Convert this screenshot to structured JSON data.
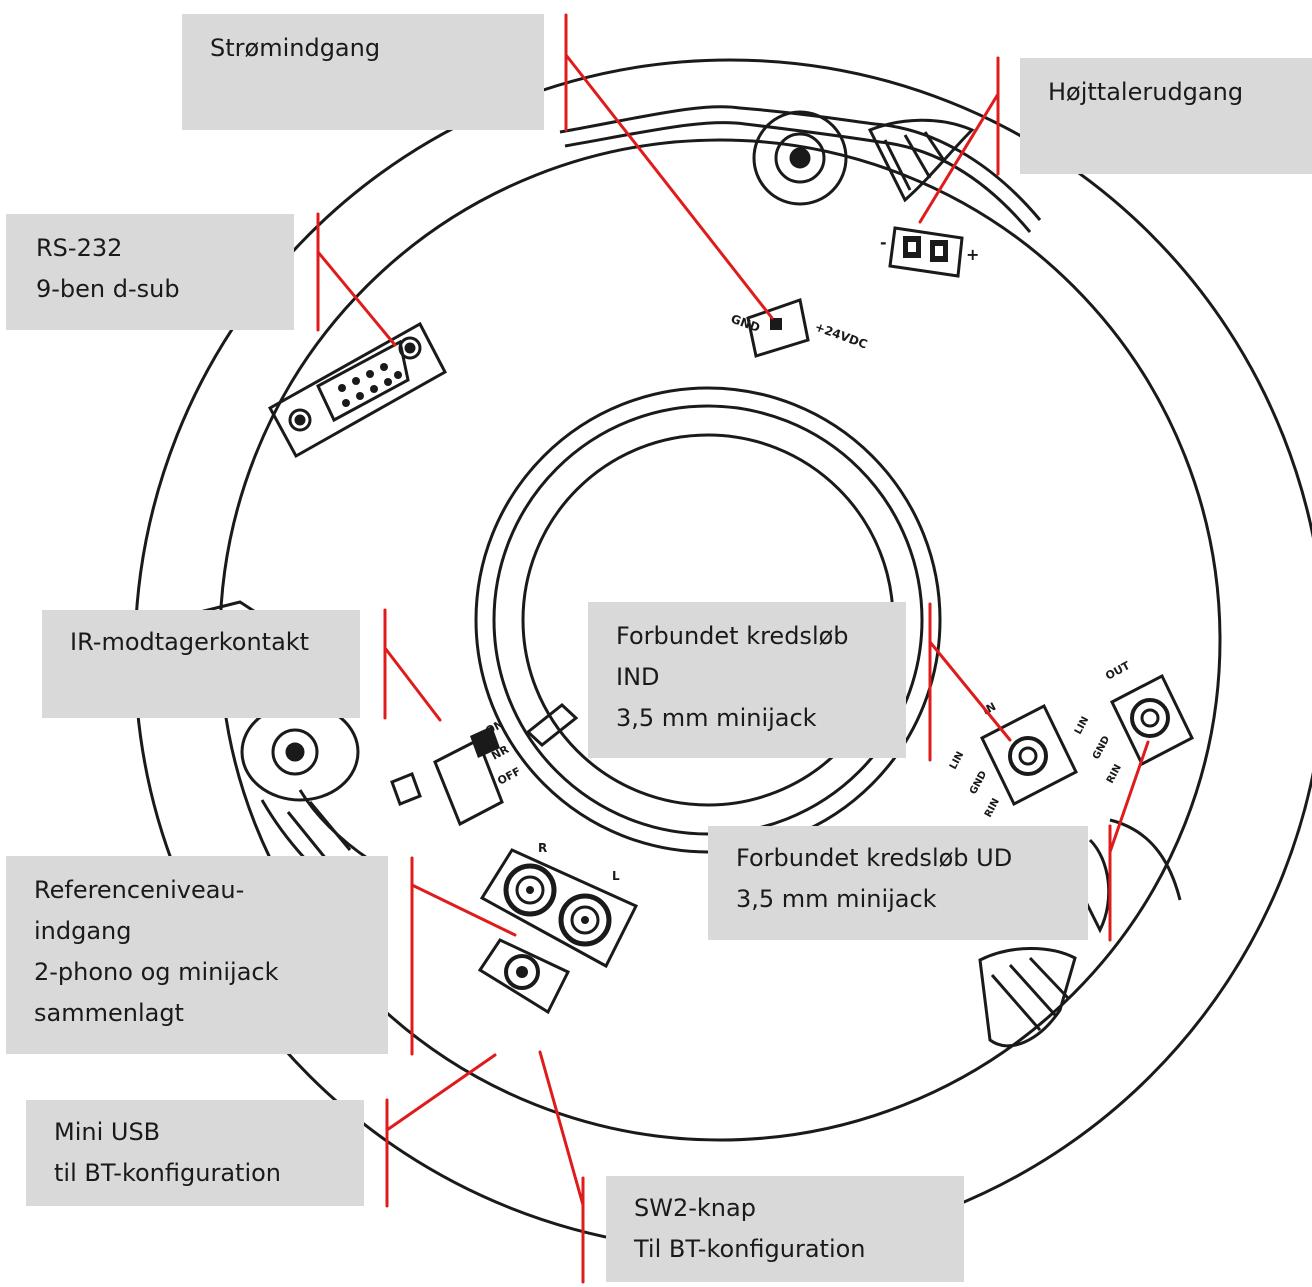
{
  "labels": {
    "power_input": [
      "Strømindgang"
    ],
    "speaker_output": [
      "Højttalerudgang"
    ],
    "rs232": [
      "RS-232",
      "9-ben d-sub"
    ],
    "ir_receiver": [
      "IR-modtagerkontakt"
    ],
    "linked_in": [
      "Forbundet kredsløb",
      "IND",
      "3,5 mm minijack"
    ],
    "linked_out": [
      "Forbundet kredsløb UD",
      "3,5 mm minijack"
    ],
    "reference_input": [
      "Referenceniveau-",
      "indgang",
      "2-phono og minijack",
      "sammenlagt"
    ],
    "mini_usb": [
      "Mini USB",
      "til BT-konfiguration"
    ],
    "sw2_button": [
      "SW2-knap",
      "Til BT-konfiguration"
    ]
  },
  "device_markings": {
    "power_gnd": "GND",
    "power_plus": "+24VDC",
    "ir_on": "ON",
    "ir_nr": "NR",
    "ir_off": "OFF",
    "phono_r": "R",
    "phono_l": "L",
    "jack_in": "IN",
    "jack_out": "OUT",
    "jack_lin": "LIN",
    "jack_gnd": "GND",
    "jack_rin": "RIN",
    "speaker_minus": "-",
    "speaker_plus": "+"
  },
  "colors": {
    "leader": "#e01b1b",
    "box": "#d9d9d9",
    "ink": "#1a1a1a"
  }
}
